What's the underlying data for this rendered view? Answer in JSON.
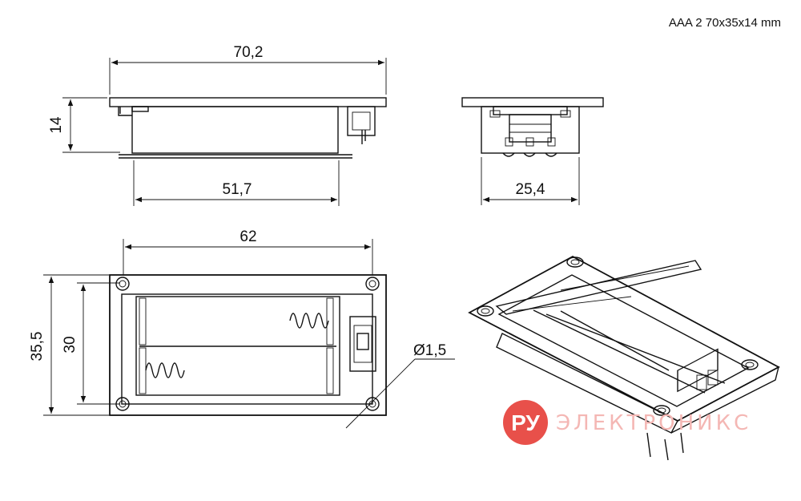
{
  "title": "AAA 2 70x35x14 mm",
  "dimensions": {
    "overall_length": "70,2",
    "height": "14",
    "body_length": "51,7",
    "body_width": "25,4",
    "hole_spacing_x": "62",
    "overall_width": "35,5",
    "hole_spacing_y": "30",
    "hole_diameter": "Ø1,5"
  },
  "watermark": {
    "badge": "РУ",
    "text": "ЭЛЕКТРОНИКС",
    "color": "#e8504a"
  }
}
